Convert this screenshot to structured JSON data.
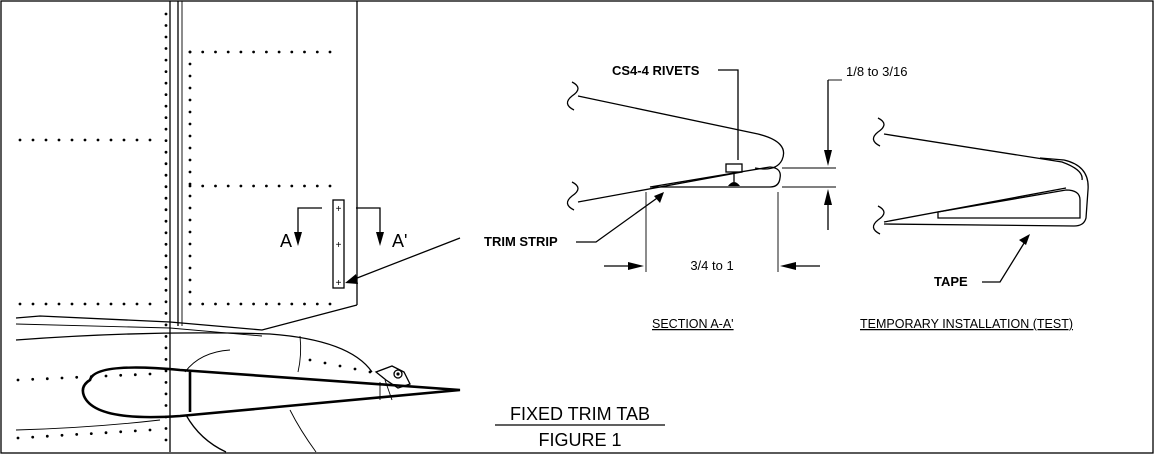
{
  "figure": {
    "title": "FIXED TRIM TAB",
    "number": "FIGURE 1"
  },
  "labels": {
    "rivets": "CS4-4 RIVETS",
    "thickness": "1/8 to 3/16",
    "trim_strip": "TRIM STRIP",
    "width": "3/4 to 1",
    "tape": "TAPE",
    "section_left": "A",
    "section_right": "A'"
  },
  "captions": {
    "section": "SECTION A-A'",
    "temporary": "TEMPORARY INSTALLATION (TEST)"
  }
}
